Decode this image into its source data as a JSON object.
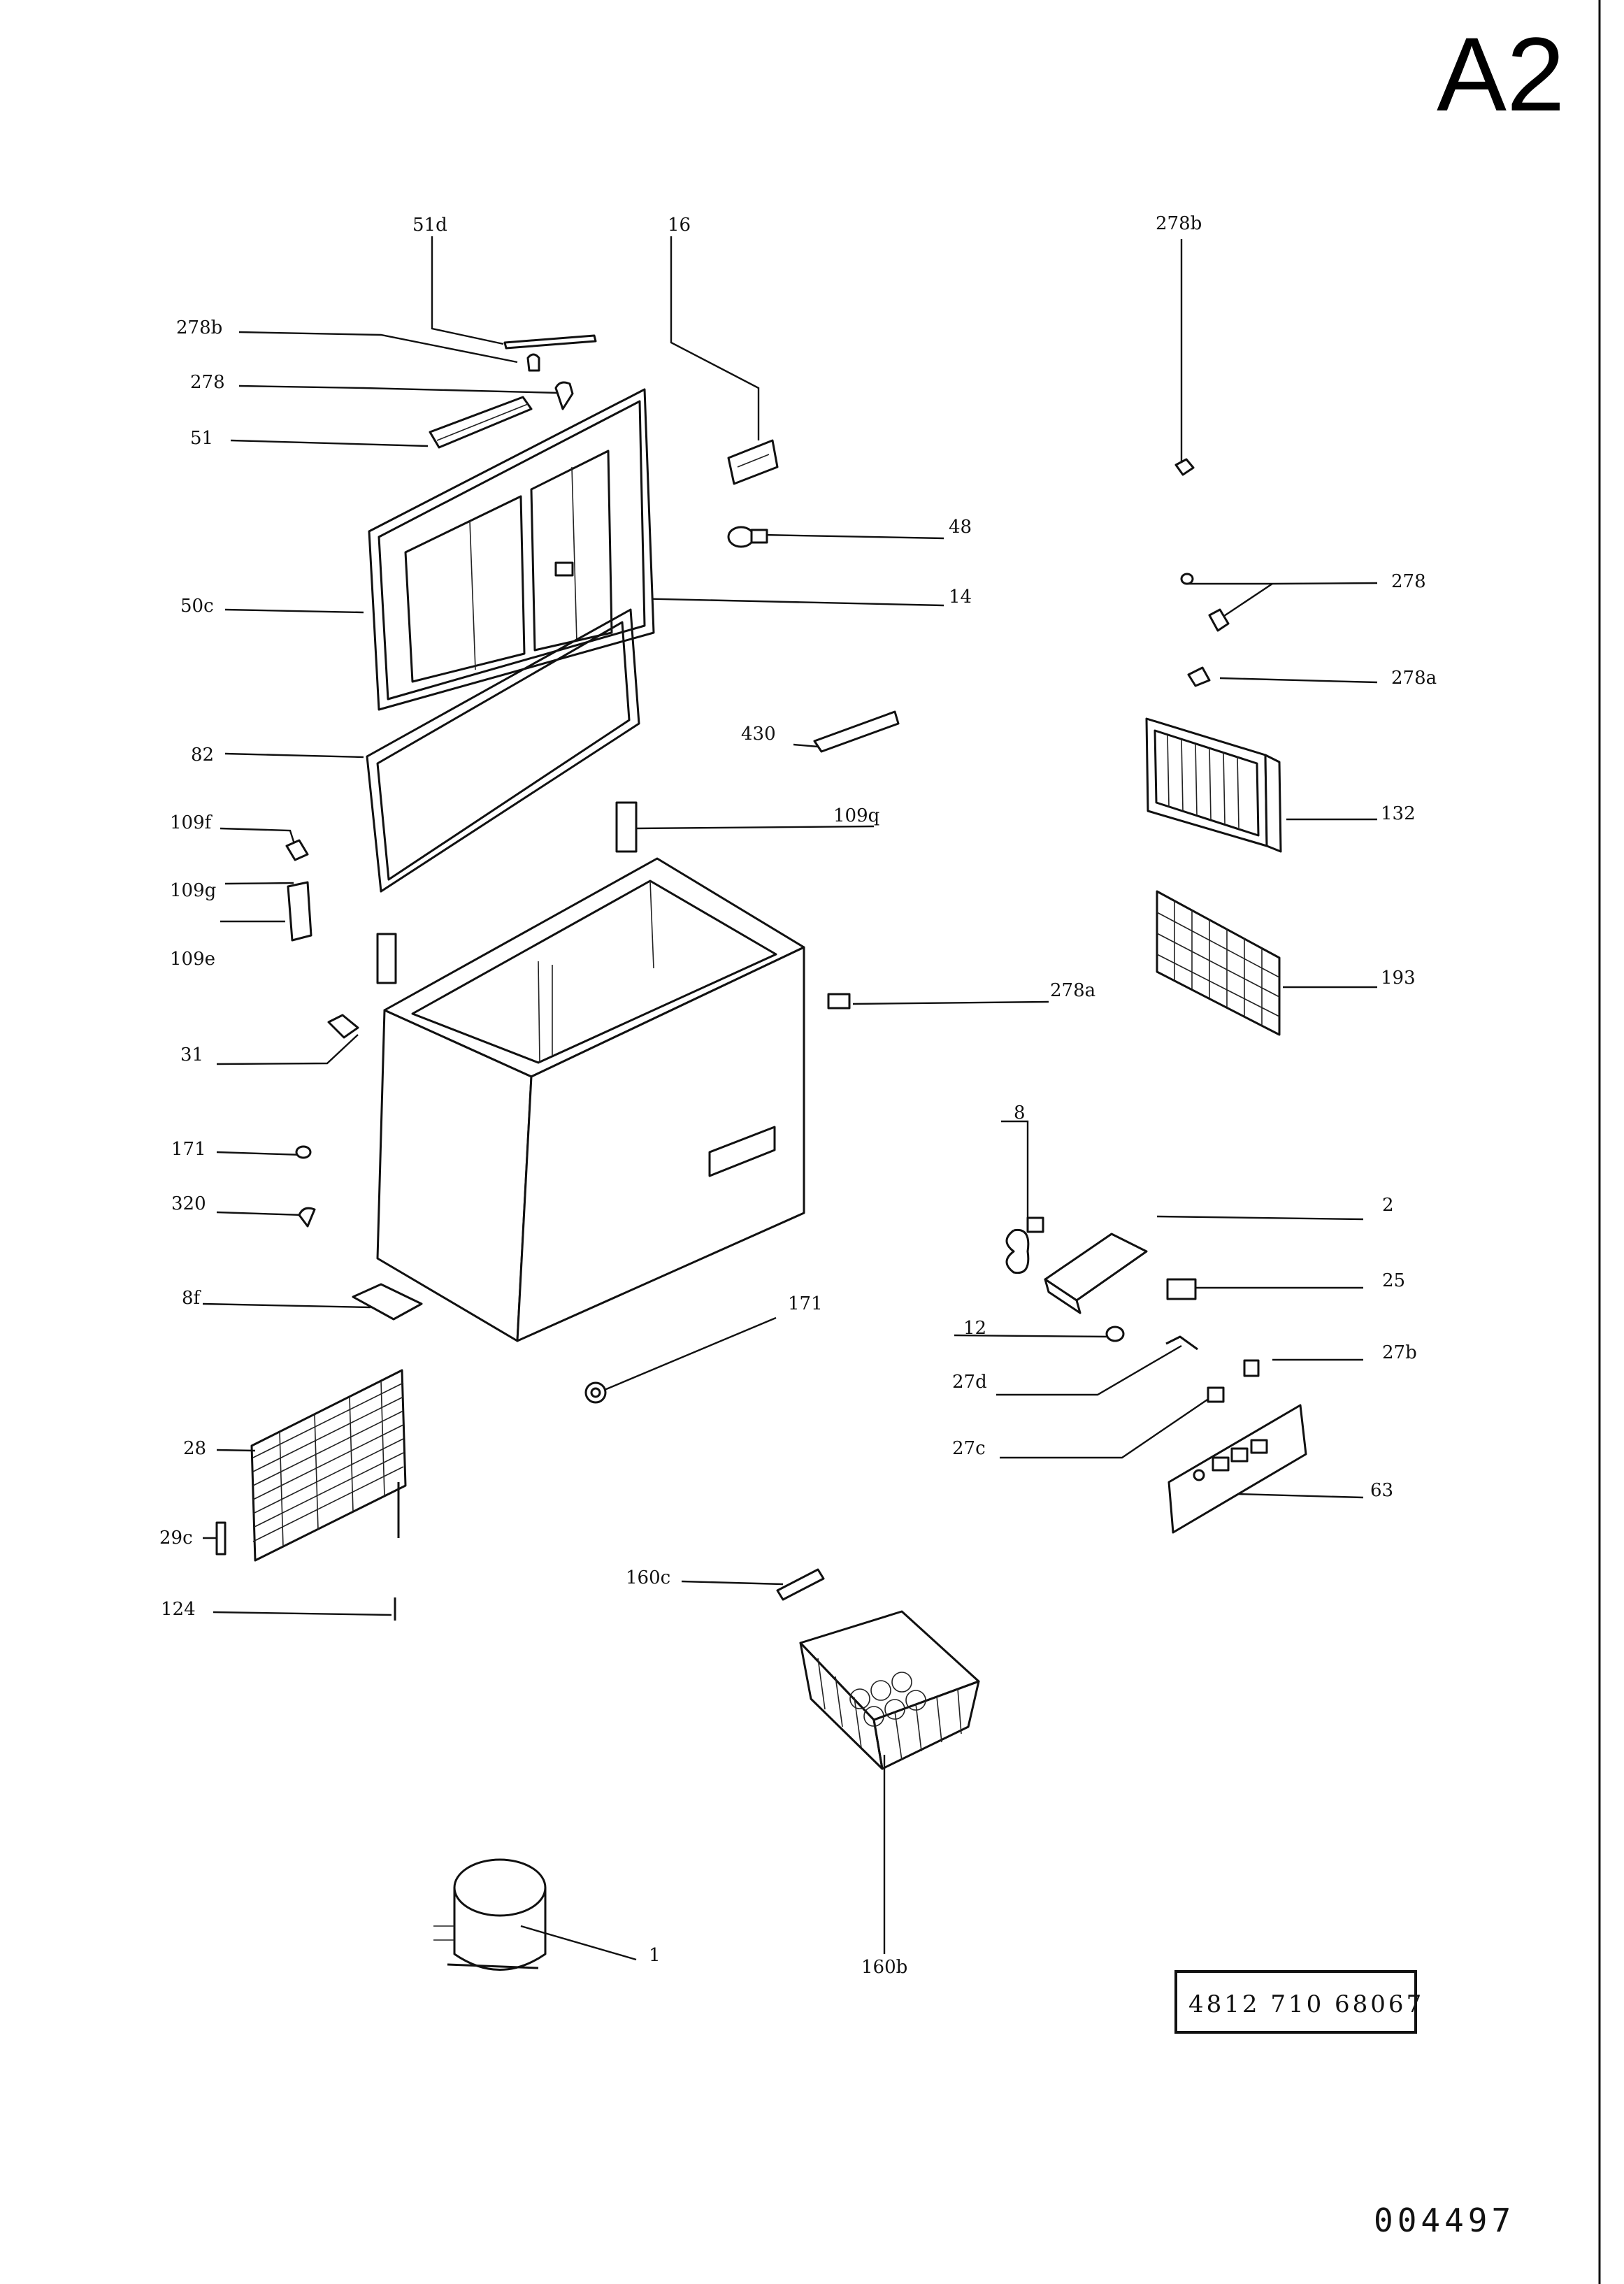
{
  "title": "A2",
  "part_number": "4812 710 68067",
  "document_number": "004497",
  "callouts": {
    "c51d": "51d",
    "c16": "16",
    "c278b_top": "278b",
    "c278b_left": "278b",
    "c278_left": "278",
    "c51": "51",
    "c48": "48",
    "c14": "14",
    "c50c": "50c",
    "c278_right": "278",
    "c278a_right": "278a",
    "c430": "430",
    "c82": "82",
    "c132": "132",
    "c109f": "109f",
    "c109q": "109q",
    "c109g": "109g",
    "c109e": "109e",
    "c193": "193",
    "c278a_mid": "278a",
    "c31": "31",
    "c8": "8",
    "c171_left": "171",
    "c2": "2",
    "c320": "320",
    "c25": "25",
    "c8f": "8f",
    "c171_mid": "171",
    "c12": "12",
    "c27b": "27b",
    "c27d": "27d",
    "c28": "28",
    "c27c": "27c",
    "c63": "63",
    "c29c": "29c",
    "c160c": "160c",
    "c124": "124",
    "c1": "1",
    "c160b": "160b"
  }
}
